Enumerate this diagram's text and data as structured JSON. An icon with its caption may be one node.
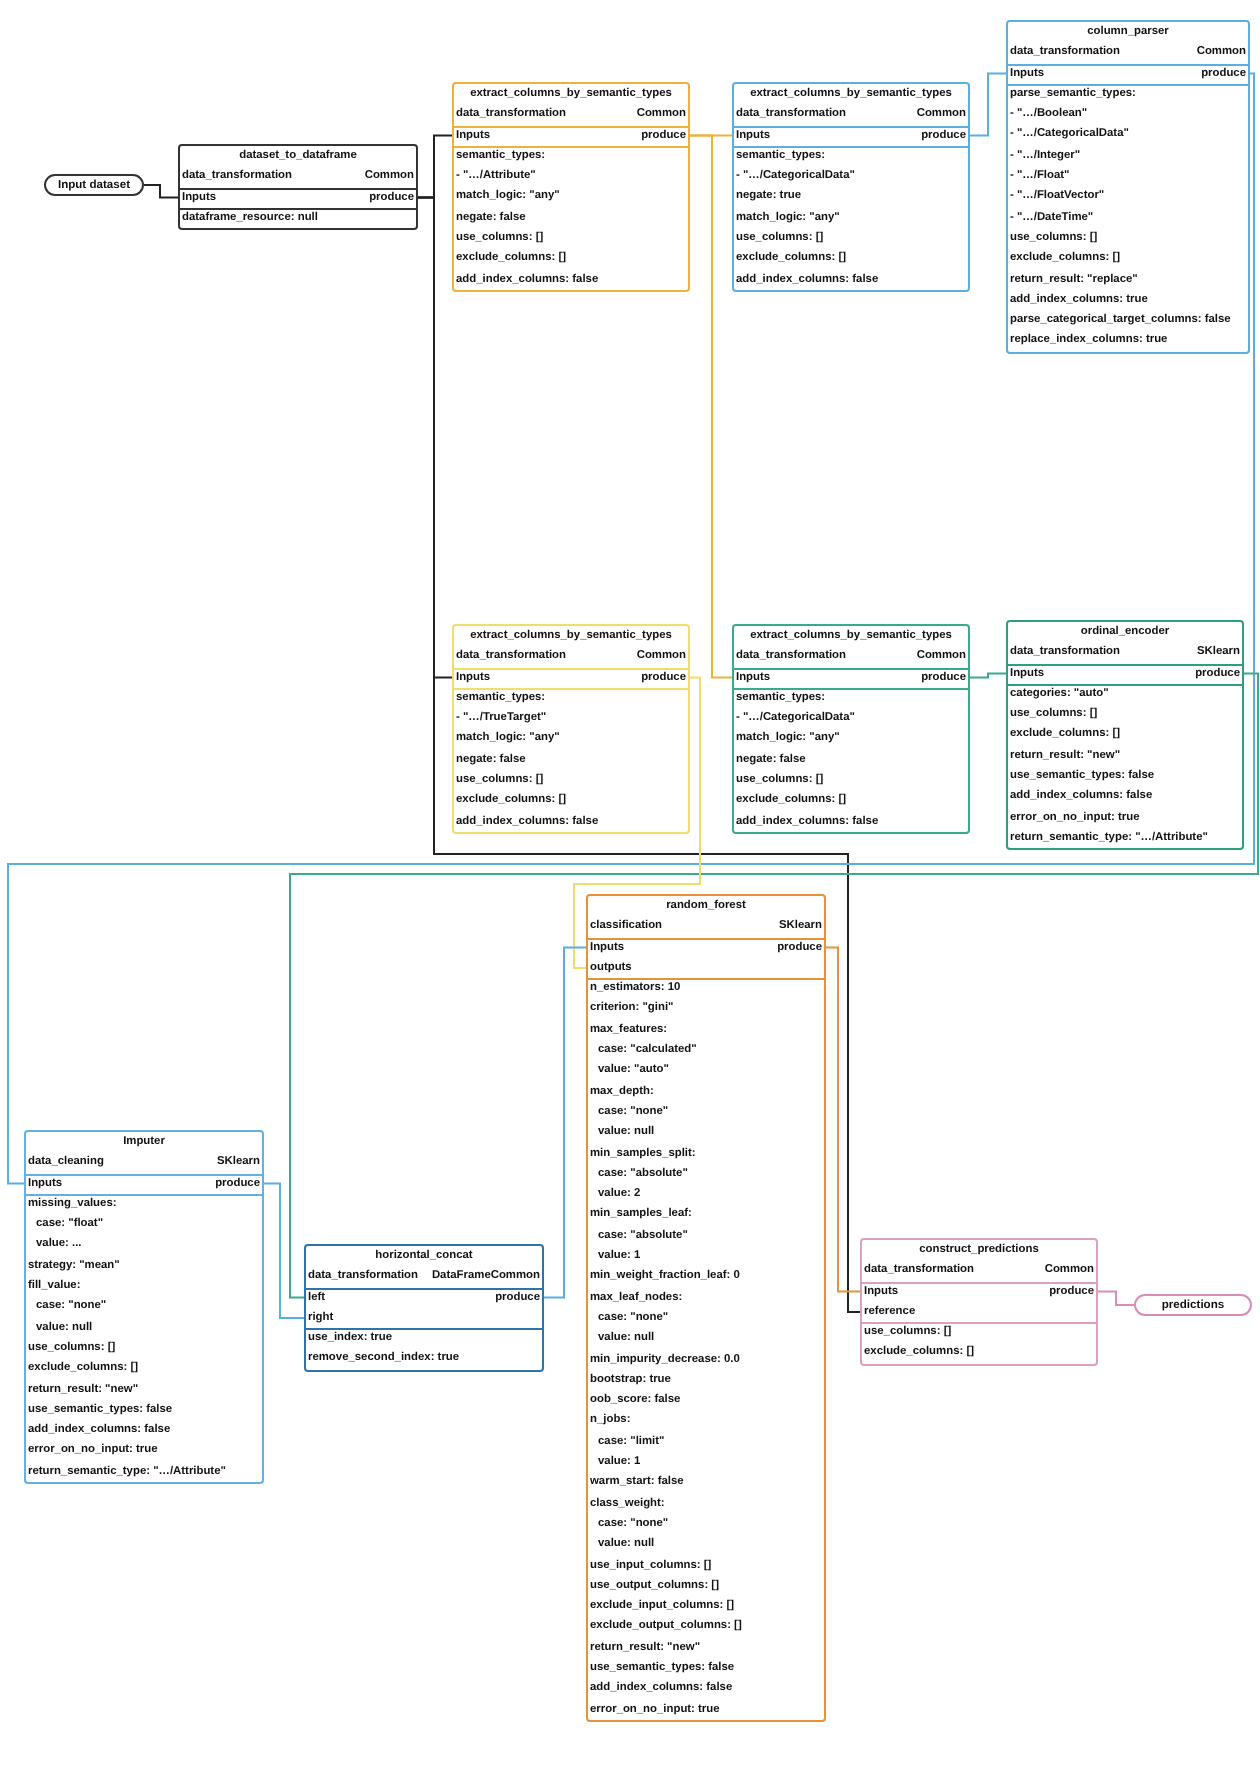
{
  "diagram": {
    "nodes": [
      {
        "text": [
          "Input dataset"
        ]
      },
      {
        "text": [
          "dataset_to_dataframe",
          "data_transformation",
          "Common",
          "Inputs",
          "produce",
          "dataframe_resource: null"
        ]
      },
      {
        "text": [
          "extract_columns_by_semantic_types",
          "data_transformation",
          "Common",
          "Inputs",
          "produce",
          "semantic_types:",
          "- \"…/Attribute\"",
          "match_logic: \"any\"",
          "negate: false",
          "use_columns: []",
          "exclude_columns: []",
          "add_index_columns: false"
        ]
      },
      {
        "text": [
          "extract_columns_by_semantic_types",
          "data_transformation",
          "Common",
          "Inputs",
          "produce",
          "semantic_types:",
          "- \"…/CategoricalData\"",
          "negate: true",
          "match_logic: \"any\"",
          "use_columns: []",
          "exclude_columns: []",
          "add_index_columns: false"
        ]
      },
      {
        "text": [
          "column_parser",
          "data_transformation",
          "Common",
          "Inputs",
          "produce",
          "parse_semantic_types:",
          "- \"…/Boolean\"",
          "- \"…/CategoricalData\"",
          "- \"…/Integer\"",
          "- \"…/Float\"",
          "- \"…/FloatVector\"",
          "- \"…/DateTime\"",
          "use_columns: []",
          "exclude_columns: []",
          "return_result: \"replace\"",
          "add_index_columns: true",
          "parse_categorical_target_columns: false",
          "replace_index_columns: true"
        ]
      },
      {
        "text": [
          "extract_columns_by_semantic_types",
          "data_transformation",
          "Common",
          "Inputs",
          "produce",
          "semantic_types:",
          "- \"…/TrueTarget\"",
          "match_logic: \"any\"",
          "negate: false",
          "use_columns: []",
          "exclude_columns: []",
          "add_index_columns: false"
        ]
      },
      {
        "text": [
          "extract_columns_by_semantic_types",
          "data_transformation",
          "Common",
          "Inputs",
          "produce",
          "semantic_types:",
          "- \"…/CategoricalData\"",
          "match_logic: \"any\"",
          "negate: false",
          "use_columns: []",
          "exclude_columns: []",
          "add_index_columns: false"
        ]
      },
      {
        "text": [
          "ordinal_encoder",
          "data_transformation",
          "SKlearn",
          "Inputs",
          "produce",
          "categories: \"auto\"",
          "use_columns: []",
          "exclude_columns: []",
          "return_result: \"new\"",
          "use_semantic_types: false",
          "add_index_columns: false",
          "error_on_no_input: true",
          "return_semantic_type: \"…/Attribute\""
        ]
      },
      {
        "text": [
          "random_forest",
          "classification",
          "SKlearn",
          "Inputs",
          "produce",
          "outputs",
          "n_estimators: 10",
          "criterion: \"gini\"",
          "max_features:",
          "case: \"calculated\"",
          "value: \"auto\"",
          "max_depth:",
          "case: \"none\"",
          "value: null",
          "min_samples_split:",
          "case: \"absolute\"",
          "value: 2",
          "min_samples_leaf:",
          "case: \"absolute\"",
          "value: 1",
          "min_weight_fraction_leaf: 0",
          "max_leaf_nodes:",
          "case: \"none\"",
          "value: null",
          "min_impurity_decrease: 0.0",
          "bootstrap: true",
          "oob_score: false",
          "n_jobs:",
          "case: \"limit\"",
          "value: 1",
          "warm_start: false",
          "class_weight:",
          "case: \"none\"",
          "value: null",
          "use_input_columns: []",
          "use_output_columns: []",
          "exclude_input_columns: []",
          "exclude_output_columns: []",
          "return_result: \"new\"",
          "use_semantic_types: false",
          "add_index_columns: false",
          "error_on_no_input: true"
        ]
      },
      {
        "text": [
          "Imputer",
          "data_cleaning",
          "SKlearn",
          "Inputs",
          "produce",
          "missing_values:",
          "case: \"float\"",
          "value: ...",
          "strategy: \"mean\"",
          "fill_value:",
          "case: \"none\"",
          "value: null",
          "use_columns: []",
          "exclude_columns: []",
          "return_result: \"new\"",
          "use_semantic_types: false",
          "add_index_columns: false",
          "error_on_no_input: true",
          "return_semantic_type: \"…/Attribute\""
        ]
      },
      {
        "text": [
          "horizontal_concat",
          "data_transformation",
          "DataFrameCommon",
          "left",
          "produce",
          "right",
          "use_index: true",
          "remove_second_index: true"
        ]
      },
      {
        "text": [
          "construct_predictions",
          "data_transformation",
          "Common",
          "Inputs",
          "produce",
          "reference",
          "use_columns: []",
          "exclude_columns: []"
        ]
      },
      {
        "text": [
          "predictions"
        ]
      }
    ],
    "edges": [
      {
        "from": 0,
        "to": 1,
        "arrow": "none",
        "color": "#222222"
      },
      {
        "from": 1,
        "to": 2,
        "arrow": "none",
        "color": "#222222"
      },
      {
        "from": 1,
        "to": 5,
        "arrow": "none",
        "color": "#222222"
      },
      {
        "from": 1,
        "to": 11,
        "arrow": "none",
        "color": "#222222"
      },
      {
        "from": 2,
        "to": 3,
        "arrow": "none",
        "color": "#f0b03c"
      },
      {
        "from": 2,
        "to": 6,
        "arrow": "none",
        "color": "#f0b03c"
      },
      {
        "from": 3,
        "to": 4,
        "arrow": "none",
        "color": "#5aaee0"
      },
      {
        "from": 4,
        "to": 9,
        "arrow": "none",
        "color": "#5aaee0"
      },
      {
        "from": 6,
        "to": 7,
        "arrow": "none",
        "color": "#3aaa8c"
      },
      {
        "from": 7,
        "to": 10,
        "arrow": "none",
        "color": "#3aaa8c"
      },
      {
        "from": 5,
        "to": 8,
        "arrow": "none",
        "color": "#f3dc6c"
      },
      {
        "from": 9,
        "to": 10,
        "arrow": "none",
        "color": "#5aaee0"
      },
      {
        "from": 10,
        "to": 8,
        "arrow": "none",
        "color": "#5aaee0"
      },
      {
        "from": 8,
        "to": 11,
        "arrow": "none",
        "color": "#e8913a"
      },
      {
        "from": 11,
        "to": 12,
        "arrow": "none",
        "color": "#d98cb5"
      }
    ]
  }
}
